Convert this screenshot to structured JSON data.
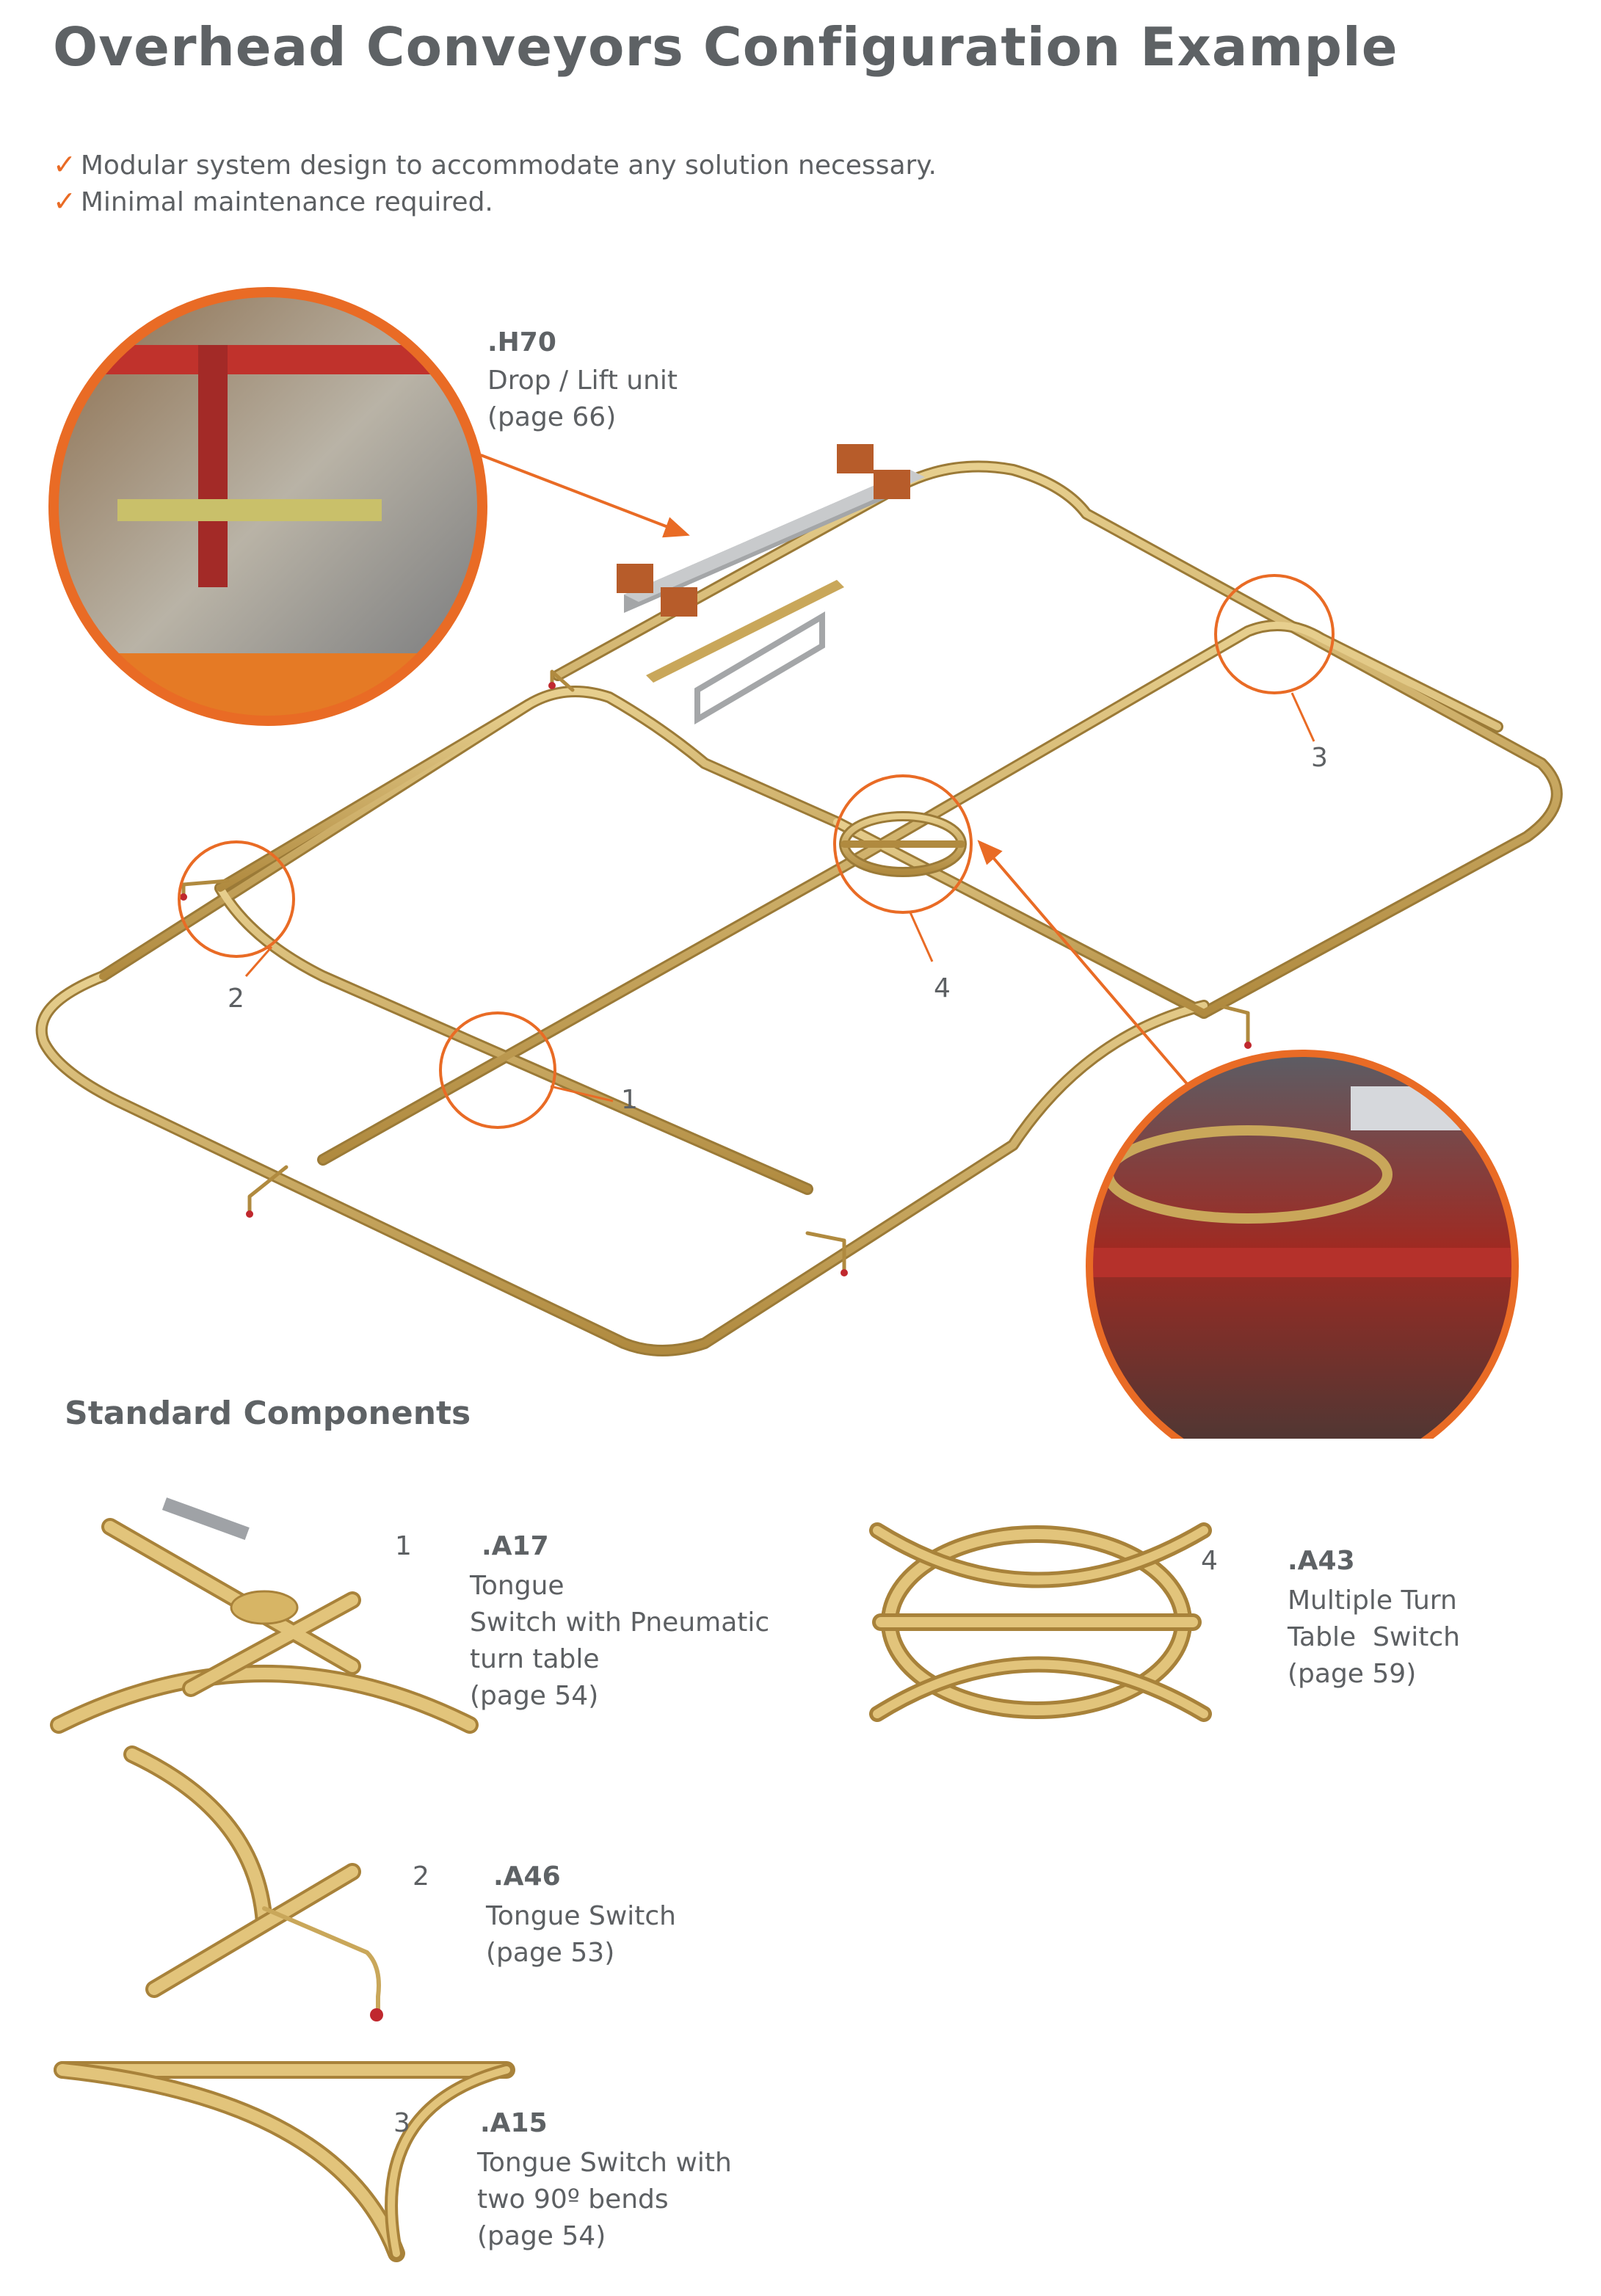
{
  "title": "Overhead Conveyors Configuration Example",
  "bullets": [
    "Modular system design to accommodate any solution necessary.",
    "Minimal maintenance required."
  ],
  "check_glyph": "✓",
  "callouts": {
    "h70": {
      "code": ".H70",
      "line1": "Drop / Lift unit",
      "line2": "(page 66)"
    }
  },
  "markers": [
    "1",
    "2",
    "3",
    "4"
  ],
  "section_title": "Standard Components",
  "components": [
    {
      "num": "1",
      "code": ".A17",
      "lines": [
        "Tongue",
        "Switch with Pneumatic",
        "turn table",
        "(page 54)"
      ]
    },
    {
      "num": "2",
      "code": ".A46",
      "lines": [
        "Tongue Switch",
        " (page 53)"
      ]
    },
    {
      "num": "3",
      "code": ".A15",
      "lines": [
        "Tongue Switch with",
        "two 90º bends",
        "(page 54)"
      ]
    },
    {
      "num": "4",
      "code": ".A43",
      "lines": [
        "Multiple Turn",
        "Table  Switch",
        "(page 59)"
      ]
    }
  ],
  "colors": {
    "accent": "#e96b25",
    "rail": "#c9a75a",
    "text": "#5d6063",
    "title": "#5e6265"
  }
}
